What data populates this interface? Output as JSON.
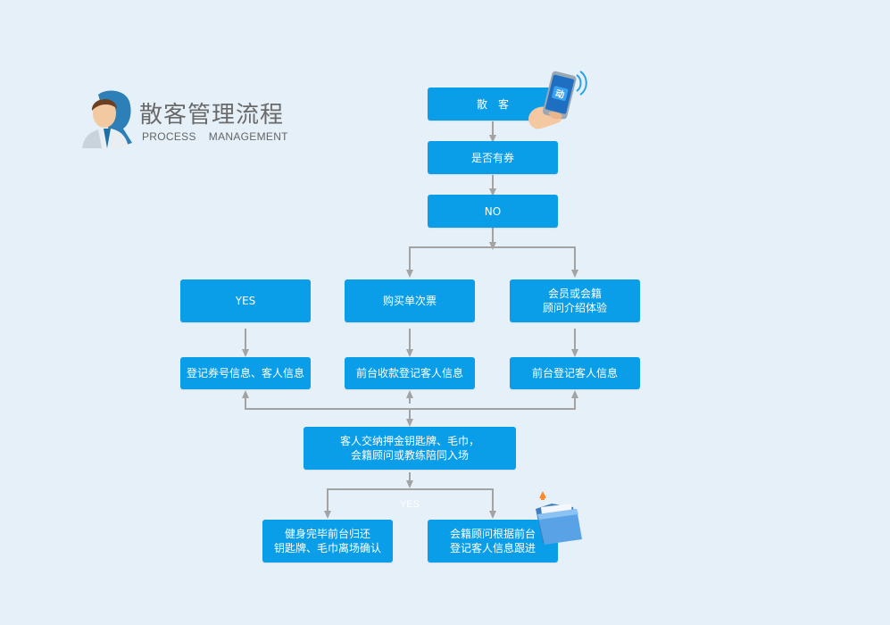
{
  "header": {
    "title": "散客管理流程",
    "subtitle_words": [
      "PROCESS",
      "MANAGEMENT"
    ],
    "icon": "person-avatar-icon"
  },
  "nodes": {
    "sanke": "散　客",
    "coupon_check": "是否有券",
    "no": "NO",
    "yes": "YES",
    "buy_ticket": "购买单次票",
    "member_intro": [
      "会员或会籍",
      "顾问介绍体验"
    ],
    "register_coupon": "登记券号信息、客人信息",
    "front_pay": "前台收款登记客人信息",
    "front_register": "前台登记客人信息",
    "deposit": [
      "客人交纳押金钥匙牌、毛巾，",
      "会籍顾问或教练陪同入场"
    ],
    "return_items": [
      "健身完毕前台归还",
      "钥匙牌、毛巾离场确认"
    ],
    "followup": [
      "会籍顾问根据前台",
      "登记客人信息跟进"
    ]
  },
  "edge_labels": {
    "yes": "YES"
  },
  "decorations": {
    "phone": "smartphone-hand-icon",
    "folder": "folder-download-icon"
  },
  "colors": {
    "background": "#e6f0f9",
    "node": "#0b9ee8",
    "connector": "#a3a3a3",
    "title": "#6a6a6a"
  }
}
